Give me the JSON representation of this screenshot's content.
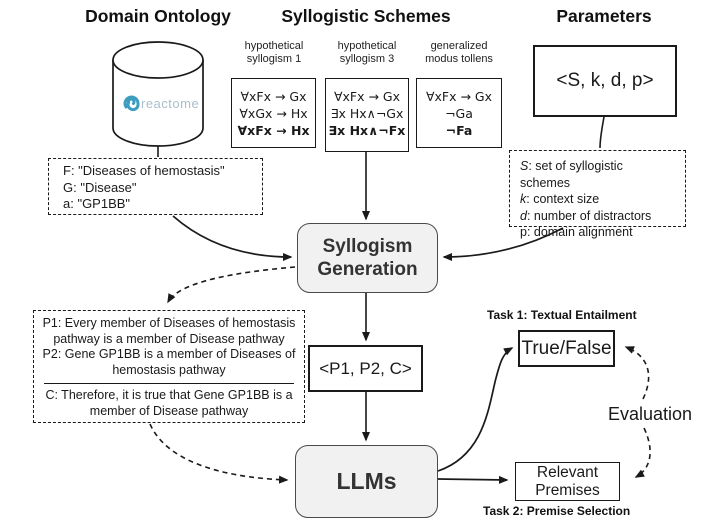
{
  "headers": {
    "domain_ontology": "Domain Ontology",
    "syllogistic_schemes": "Syllogistic Schemes",
    "parameters": "Parameters"
  },
  "domain_ontology": {
    "logo_text": "reactome",
    "mapping_lines": [
      "F: \"Diseases of hemostasis\"",
      "G: \"Disease\"",
      "a: \"GP1BB\""
    ]
  },
  "schemes": [
    {
      "label_line1": "hypothetical",
      "label_line2": "syllogism 1",
      "premise1": "∀xFx → Gx",
      "premise2": "∀xGx → Hx",
      "conclusion": "∀xFx → Hx"
    },
    {
      "label_line1": "hypothetical",
      "label_line2": "syllogism 3",
      "premise1": "∀xFx → Gx",
      "premise2": "∃x Hx∧¬Gx",
      "conclusion": "∃x Hx∧¬Fx"
    },
    {
      "label_line1": "generalized",
      "label_line2": "modus tollens",
      "premise1": "∀xFx → Gx",
      "premise2": "¬Ga",
      "conclusion": "¬Fa"
    }
  ],
  "parameters": {
    "tuple": "<S, k, d, p>",
    "legend": [
      {
        "symbol": "S",
        "desc": ": set of syllogistic schemes"
      },
      {
        "symbol": "k",
        "desc": ": context size"
      },
      {
        "symbol": "d",
        "desc": ": number of distractors"
      },
      {
        "symbol": "p",
        "desc": ": domain alignment"
      }
    ]
  },
  "pipeline": {
    "generation_label": "Syllogism Generation",
    "tuple_label": "<P1, P2, C>",
    "llms_label": "LLMs"
  },
  "example": {
    "p1": "P1: Every member of Diseases of hemostasis pathway is a member of Disease pathway",
    "p2": "P2: Gene GP1BB is a member of Diseases of hemostasis pathway",
    "c": "C: Therefore, it is true that Gene GP1BB is a member of Disease pathway"
  },
  "tasks": {
    "task1_label": "Task 1: Textual Entailment",
    "task1_output": "True/False",
    "evaluation_label": "Evaluation",
    "task2_output": "Relevant Premises",
    "task2_label": "Task 2: Premise Selection"
  },
  "colors": {
    "logo_spiral": "#3d9dc0",
    "logo_text": "#a9bfca",
    "rounded_box_fill": "#f1f1f1",
    "line": "#1a1a1a"
  }
}
